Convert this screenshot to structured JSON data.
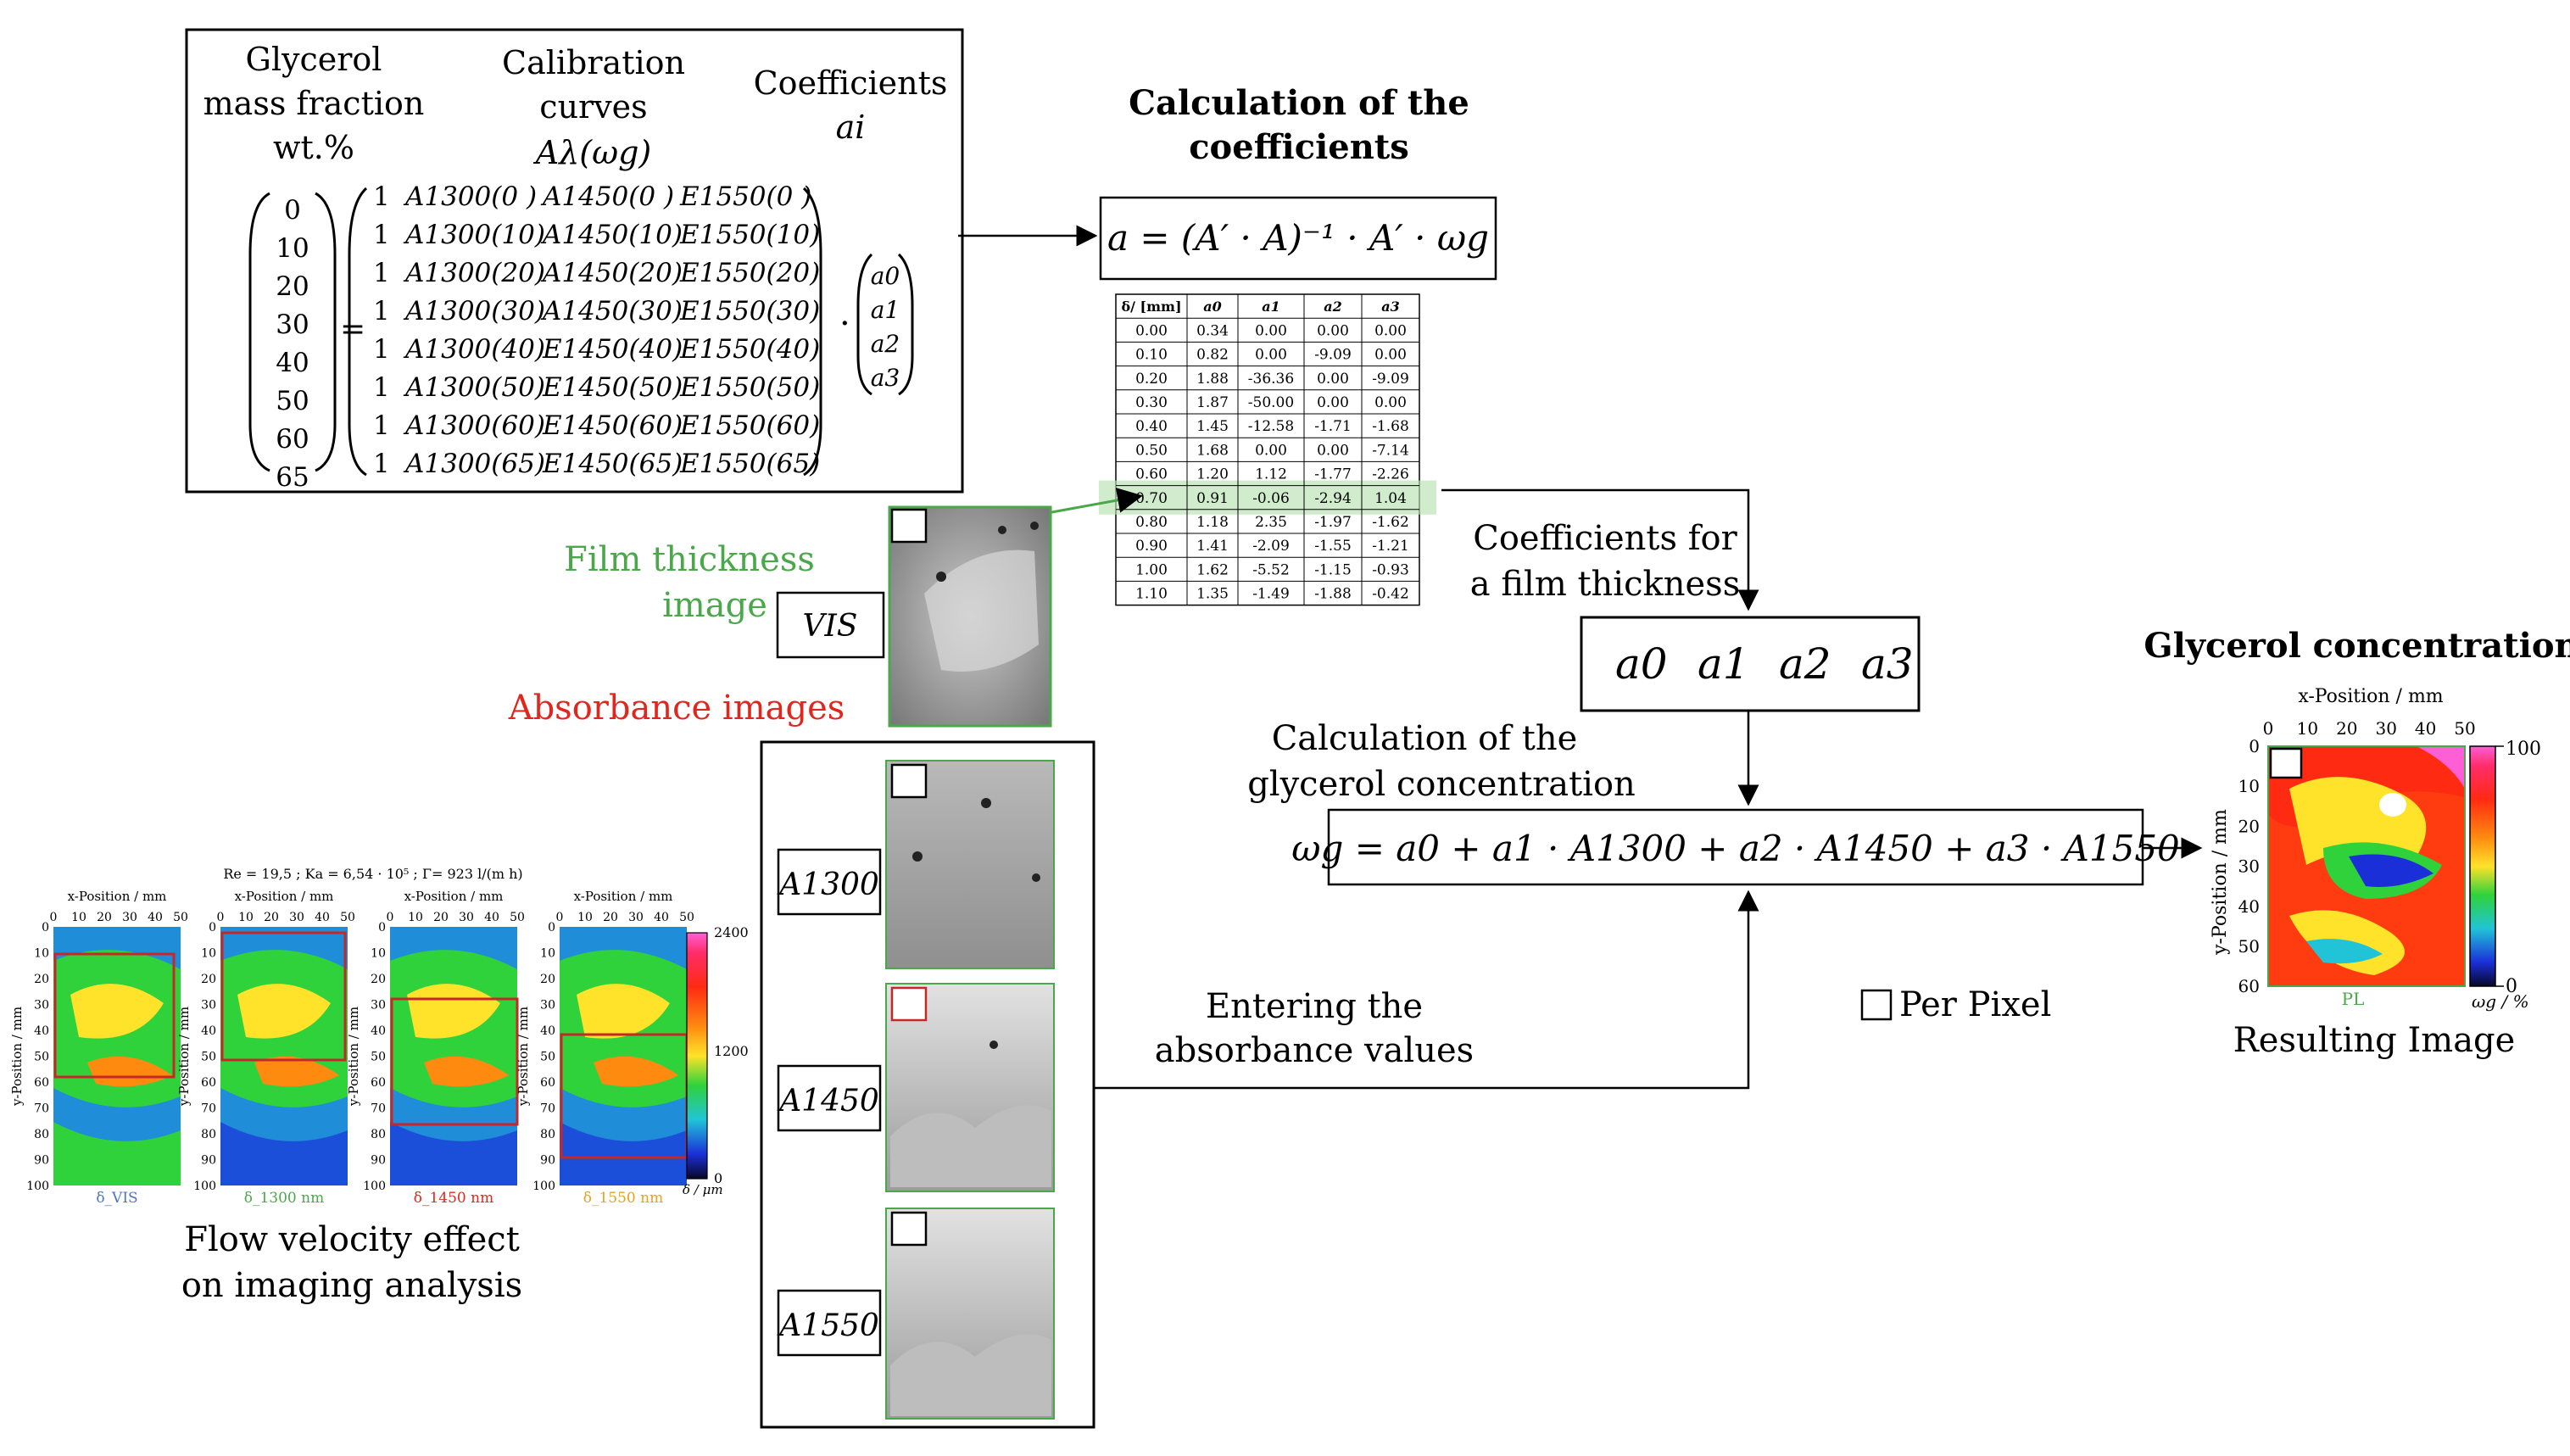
{
  "matrix_box": {
    "header_mass": "Glycerol",
    "header_mass_2": "mass fraction",
    "header_mass_3": "wt.%",
    "header_calib": "Calibration",
    "header_calib_2": "curves",
    "header_calib_3": "Aλ(ωg)",
    "header_coef": "Coefficients",
    "header_coef_2": "ai",
    "mass_values": [
      "0",
      "10",
      "20",
      "30",
      "40",
      "50",
      "60",
      "65"
    ],
    "matrix_rows": [
      [
        "1",
        "A1300(0 )",
        "A1450(0 )",
        "E1550(0 )"
      ],
      [
        "1",
        "A1300(10)",
        "A1450(10)",
        "E1550(10)"
      ],
      [
        "1",
        "A1300(20)",
        "A1450(20)",
        "E1550(20)"
      ],
      [
        "1",
        "A1300(30)",
        "A1450(30)",
        "E1550(30)"
      ],
      [
        "1",
        "A1300(40)",
        "E1450(40)",
        "E1550(40)"
      ],
      [
        "1",
        "A1300(50)",
        "E1450(50)",
        "E1550(50)"
      ],
      [
        "1",
        "A1300(60)",
        "E1450(60)",
        "E1550(60)"
      ],
      [
        "1",
        "A1300(65)",
        "E1450(65)",
        "E1550(65)"
      ]
    ],
    "coef_vector": [
      "a0",
      "a1",
      "a2",
      "a3"
    ]
  },
  "calc_title_1": "Calculation of the",
  "calc_title_2": "coefficients",
  "calc_formula": "a = (A′ · A)⁻¹ · A′ · ωg",
  "coef_table": {
    "headers": [
      "δ/ [mm]",
      "a0",
      "a1",
      "a2",
      "a3"
    ],
    "rows": [
      [
        "0.00",
        "0.34",
        "0.00",
        "0.00",
        "0.00"
      ],
      [
        "0.10",
        "0.82",
        "0.00",
        "-9.09",
        "0.00"
      ],
      [
        "0.20",
        "1.88",
        "-36.36",
        "0.00",
        "-9.09"
      ],
      [
        "0.30",
        "1.87",
        "-50.00",
        "0.00",
        "0.00"
      ],
      [
        "0.40",
        "1.45",
        "-12.58",
        "-1.71",
        "-1.68"
      ],
      [
        "0.50",
        "1.68",
        "0.00",
        "0.00",
        "-7.14"
      ],
      [
        "0.60",
        "1.20",
        "1.12",
        "-1.77",
        "-2.26"
      ],
      [
        "0.70",
        "0.91",
        "-0.06",
        "-2.94",
        "1.04"
      ],
      [
        "0.80",
        "1.18",
        "2.35",
        "-1.97",
        "-1.62"
      ],
      [
        "0.90",
        "1.41",
        "-2.09",
        "-1.55",
        "-1.21"
      ],
      [
        "1.00",
        "1.62",
        "-5.52",
        "-1.15",
        "-0.93"
      ],
      [
        "1.10",
        "1.35",
        "-1.49",
        "-1.88",
        "-0.42"
      ]
    ],
    "highlight_index": 7
  },
  "film_label_1": "Film thickness",
  "film_label_2": "image",
  "vis_label": "VIS",
  "absorbance_label": "Absorbance images",
  "abs_labels": [
    "A1300",
    "A1450",
    "A1550"
  ],
  "coef_film_1": "Coefficients for",
  "coef_film_2": "a film thickness",
  "coef_box": [
    "a0",
    "a1",
    "a2",
    "a3"
  ],
  "calc_gly_1": "Calculation of the",
  "calc_gly_2": "glycerol concentration",
  "final_formula": "ωg = a0 + a1 · A1300 + a2 · A1450 + a3 · A1550",
  "entering_1": "Entering the",
  "entering_2": "absorbance values",
  "per_pixel": "Per Pixel",
  "result_title": "Glycerol concentration",
  "result_caption": "Resulting Image",
  "result_xlabel": "x-Position / mm",
  "result_ylabel": "y-Position / mm",
  "result_xticks": [
    "0",
    "10",
    "20",
    "30",
    "40",
    "50"
  ],
  "result_yticks": [
    "0",
    "10",
    "20",
    "30",
    "40",
    "50",
    "60"
  ],
  "result_cbar_top": "100",
  "result_cbar_bottom": "0",
  "result_cbar_label": "ωg / %",
  "result_bottom_label": "PL",
  "flow_caption_1": "Flow velocity effect",
  "flow_caption_2": "on imaging analysis",
  "flow_header": "Re = 19,5 ; Ka = 6,54 · 10⁵ ; Γ= 923 l/(m h)",
  "flow_xlabel": "x-Position / mm",
  "flow_ylabel": "y-Position / mm",
  "flow_xticks": [
    "0",
    "10",
    "20",
    "30",
    "40",
    "50"
  ],
  "flow_yticks": [
    "0",
    "10",
    "20",
    "30",
    "40",
    "50",
    "60",
    "70",
    "80",
    "90",
    "100"
  ],
  "flow_panel_labels": [
    "δ_VIS",
    "δ_1300 nm",
    "δ_1450 nm",
    "δ_1550 nm"
  ],
  "flow_cbar_top": "2400",
  "flow_cbar_mid": "1200",
  "flow_cbar_bottom": "0",
  "flow_cbar_label": "δ / μm",
  "colors": {
    "film_green": "#4aa84a",
    "absorb_red": "#e0271e",
    "highlight_green": "#b7e2b0",
    "panel_blue": "#4a74c9",
    "panel_green": "#4aa84a",
    "panel_red": "#e0271e",
    "panel_orange": "#e8a11d"
  }
}
